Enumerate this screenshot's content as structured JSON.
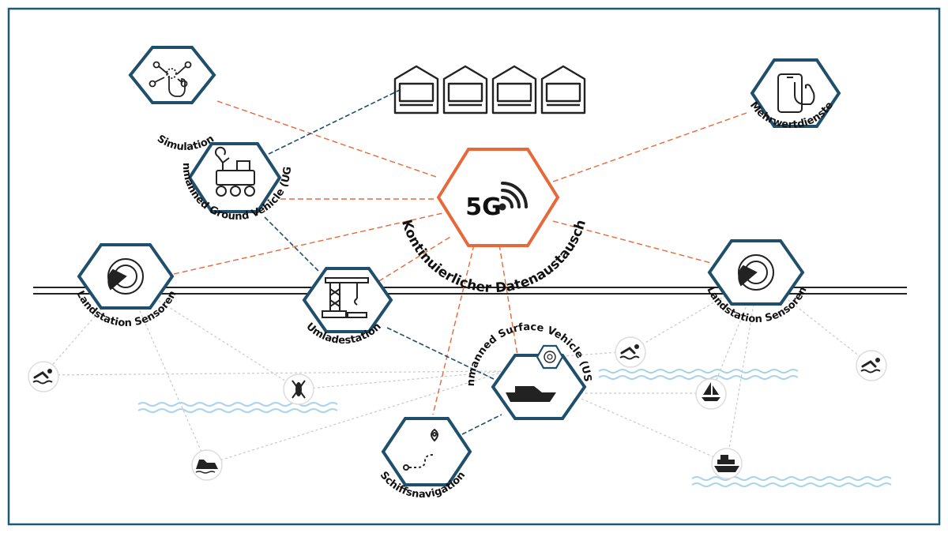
{
  "colors": {
    "frame": "#1f5a73",
    "hex_stroke": "#1f4f6b",
    "center_stroke": "#e8683a",
    "orange_link": "#e8683a",
    "blue_link": "#1f4f6b",
    "gray_link": "#c8c8c8",
    "water": "#a9d4ea",
    "road": "#222222"
  },
  "center": {
    "text": "5G",
    "icon": "wireless-signal-icon",
    "arc_label": "Kontinuierlicher Datenaustausch"
  },
  "nodes": {
    "simulation": {
      "label": "Simulation",
      "icon": "hand-touch-network-icon"
    },
    "ugv": {
      "label": "Unmanned Ground Vehicle (UGV)",
      "icon": "rover-icon"
    },
    "mehrwertdienste": {
      "label": "Mehrwertdienste",
      "icon": "smartphone-tap-icon"
    },
    "landstation_left": {
      "label": "Landstation Sensoren",
      "icon": "radar-icon"
    },
    "landstation_right": {
      "label": "Landstation Sensoren",
      "icon": "radar-icon"
    },
    "umladestation": {
      "label": "Umladestation",
      "icon": "crane-icon"
    },
    "usv": {
      "label": "Unmanned Surface Vehicle (USV)",
      "icon": "boat-icon",
      "badge_icon": "radar-badge-icon"
    },
    "schiffsnavigation": {
      "label": "Schiffsnavigation",
      "icon": "route-pin-icon"
    }
  },
  "warehouses": {
    "count": 4,
    "icon": "garage-icon"
  },
  "water_users": [
    {
      "name": "swimmer-left",
      "icon": "swimmer-icon"
    },
    {
      "name": "kayak",
      "icon": "kayak-icon"
    },
    {
      "name": "jetski",
      "icon": "jetski-icon"
    },
    {
      "name": "swimmer-middle",
      "icon": "swimmer-icon"
    },
    {
      "name": "swimmer-right",
      "icon": "swimmer-icon"
    },
    {
      "name": "sailboat",
      "icon": "sailboat-icon"
    },
    {
      "name": "ship",
      "icon": "ship-icon"
    }
  ]
}
